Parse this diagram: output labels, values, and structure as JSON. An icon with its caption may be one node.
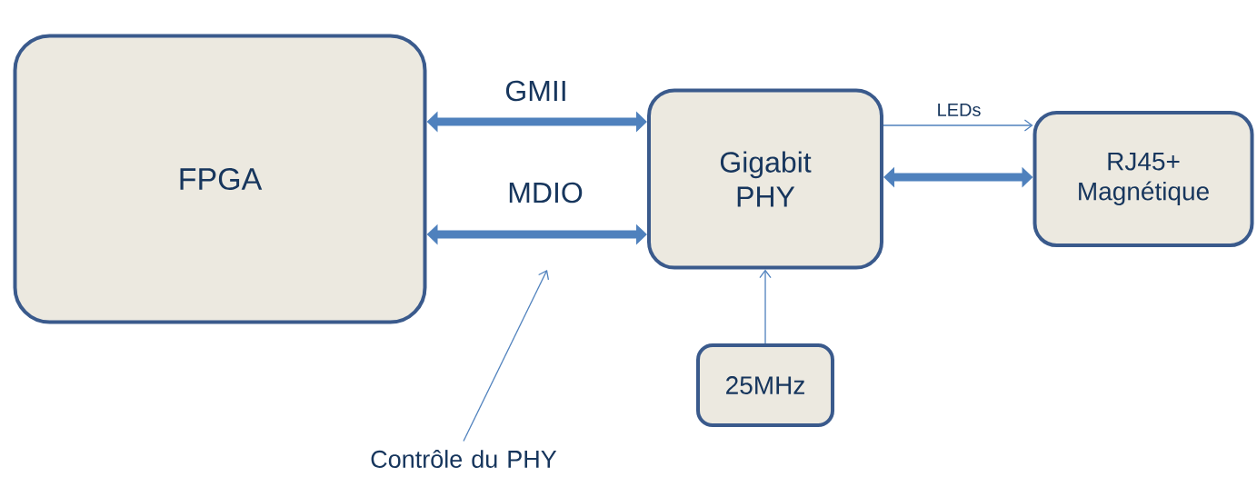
{
  "diagram": {
    "nodes": [
      {
        "text": [
          "FPGA"
        ]
      },
      {
        "text": [
          "Gigabit PHY"
        ]
      },
      {
        "text": [
          "RJ45+ Magnétique"
        ]
      },
      {
        "text": [
          "25MHz"
        ]
      },
      {
        "text": [
          "Contrôle du PHY"
        ]
      }
    ],
    "edges": [
      {
        "from": 0,
        "to": 1,
        "arrow": "both",
        "label": "GMII",
        "style": "thick"
      },
      {
        "from": 0,
        "to": 1,
        "arrow": "both",
        "label": "MDIO",
        "style": "thick"
      },
      {
        "from": 1,
        "to": 2,
        "arrow": "to",
        "label": "LEDs"
      },
      {
        "from": 1,
        "to": 2,
        "arrow": "both",
        "style": "thick"
      },
      {
        "from": 3,
        "to": 1,
        "arrow": "to"
      },
      {
        "from": 4,
        "to": null,
        "arrow": "to"
      }
    ]
  }
}
